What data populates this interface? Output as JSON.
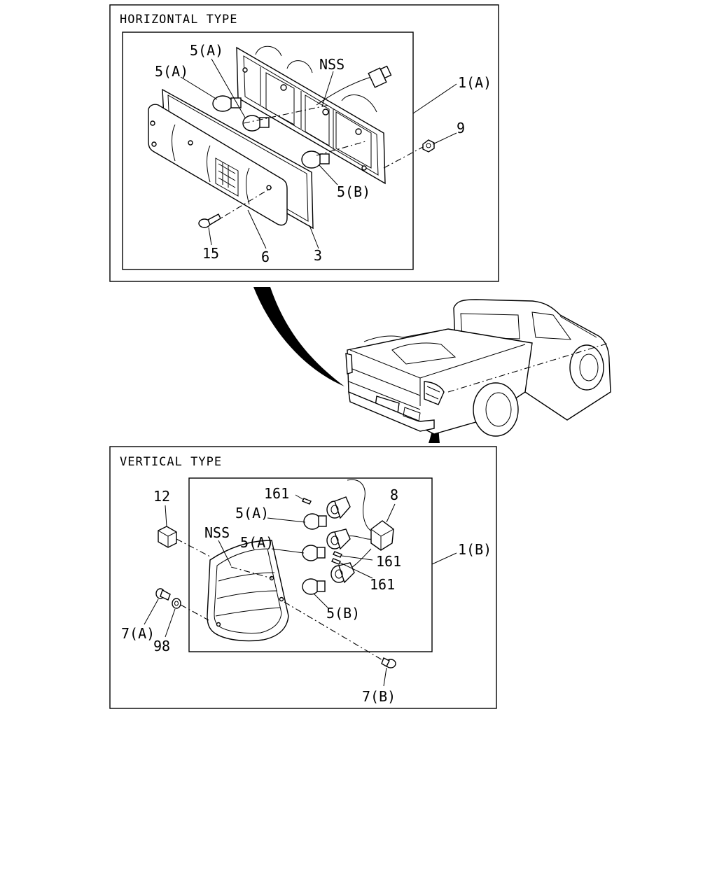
{
  "horizontal_panel": {
    "title": "HORIZONTAL TYPE",
    "labels": {
      "bulb_a_top": "5(A)",
      "bulb_a_left": "5(A)",
      "nss": "NSS",
      "lamp_assy": "1(A)",
      "nut": "9",
      "bulb_b": "5(B)",
      "screw": "15",
      "lens": "6",
      "gasket": "3"
    }
  },
  "vertical_panel": {
    "title": "VERTICAL TYPE",
    "labels": {
      "clip": "12",
      "socket_pin": "161",
      "connector": "8",
      "bulb_a_upper": "5(A)",
      "nss": "NSS",
      "bulb_a_lower": "5(A)",
      "socket_upper": "161",
      "lamp_assy": "1(B)",
      "socket_lower": "161",
      "bulb_b": "5(B)",
      "screw_a": "7(A)",
      "washer": "98",
      "screw_b": "7(B)"
    }
  }
}
